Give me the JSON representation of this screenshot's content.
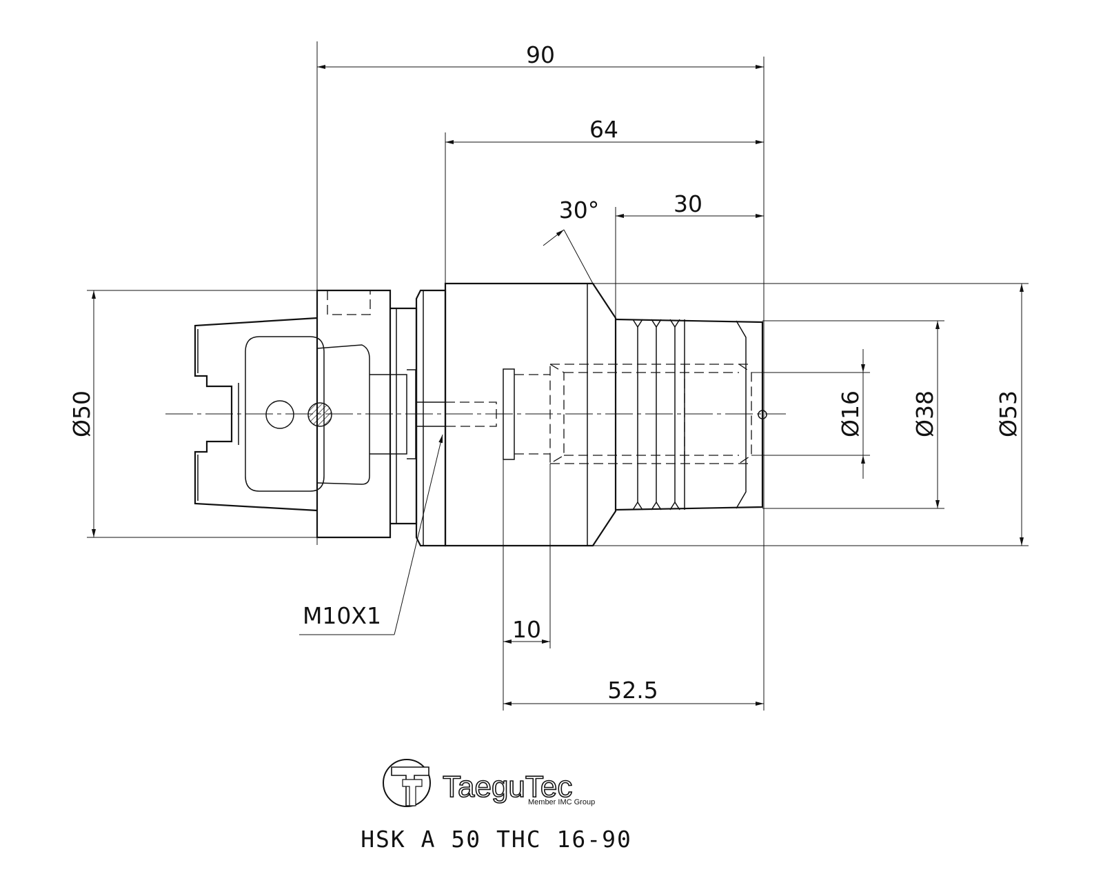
{
  "drawing": {
    "part_number": "HSK A 50 THC 16-90",
    "brand": {
      "name": "TaeguTec",
      "tagline": "Member IMC Group",
      "logo_icon": "tt-circle-logo-icon"
    },
    "dimensions": {
      "overall_length": "90",
      "body_length": "64",
      "nose_length": "30",
      "chamfer_angle": "30°",
      "diameter_shank": "Ø50",
      "diameter_bore": "Ø16",
      "diameter_nose": "Ø38",
      "diameter_body": "Ø53",
      "thread": "M10X1",
      "stop_depth": "10",
      "clamping_depth": "52.5"
    }
  }
}
